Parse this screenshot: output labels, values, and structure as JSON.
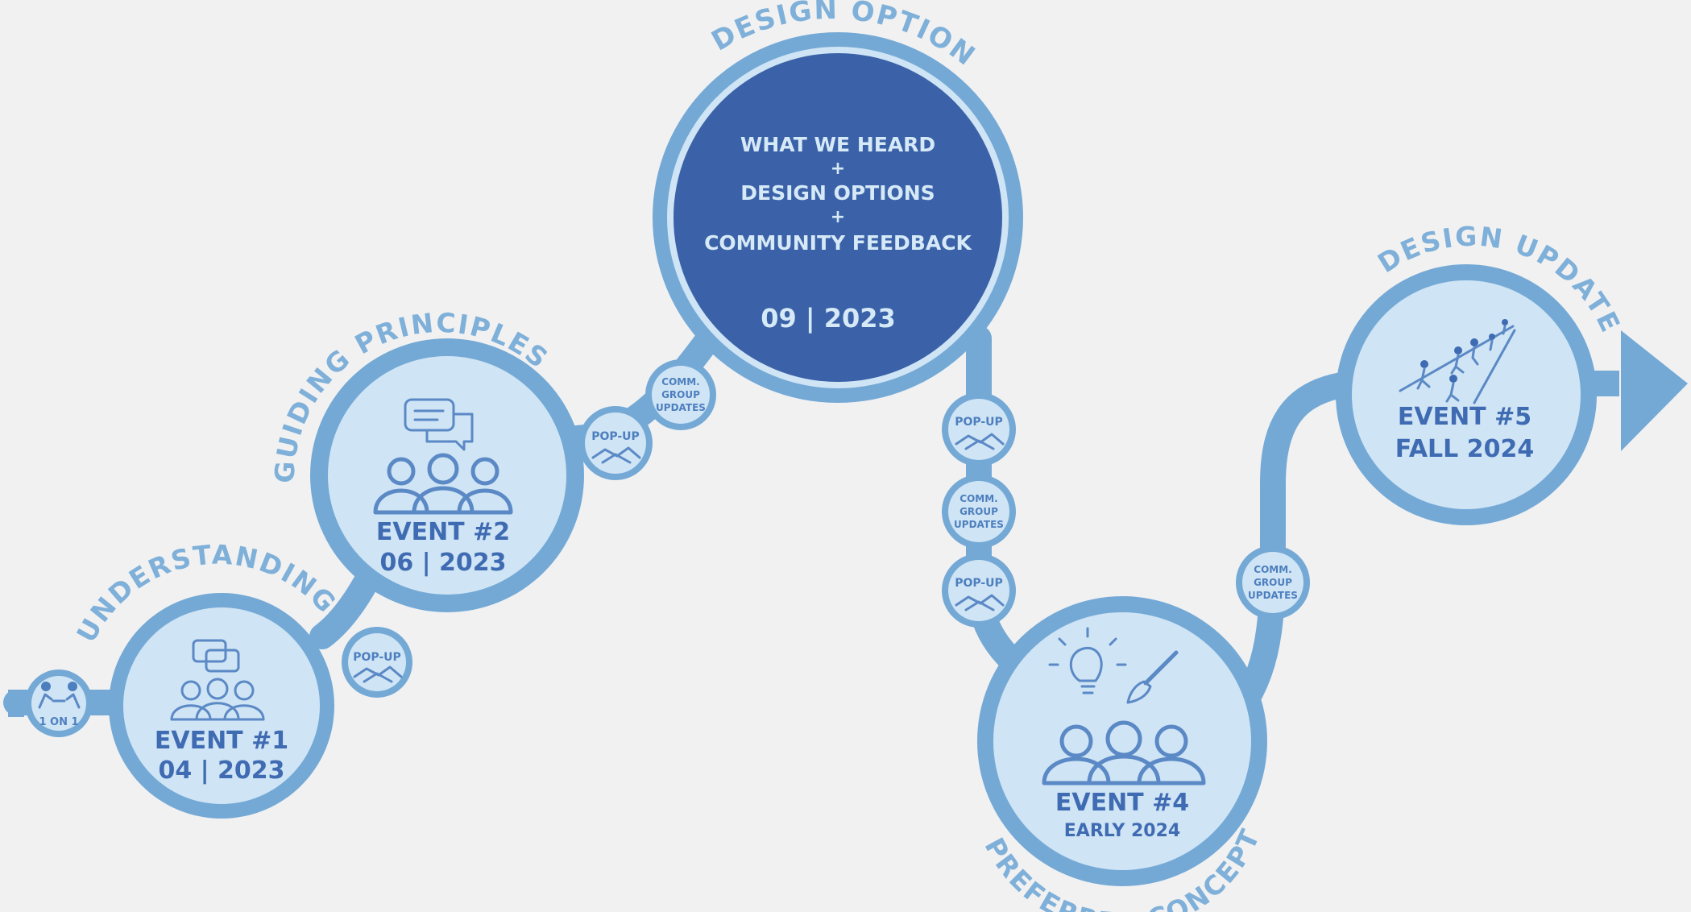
{
  "phases": {
    "understanding": "UNDERSTANDING",
    "guiding_principles": "GUIDING PRINCIPLES",
    "design_options": "DESIGN OPTIONS",
    "preferred_concept": "PREFERRED CONCEPT",
    "design_update": "DESIGN UPDATE"
  },
  "events": {
    "e1": {
      "title": "EVENT #1",
      "date": "04 | 2023"
    },
    "e2": {
      "title": "EVENT #2",
      "date": "06 | 2023"
    },
    "e3": {
      "lines": [
        "WHAT WE HEARD",
        "+",
        "DESIGN OPTIONS",
        "+",
        "COMMUNITY FEEDBACK"
      ],
      "date": "09 | 2023"
    },
    "e4": {
      "title": "EVENT #4",
      "date": "EARLY 2024"
    },
    "e5": {
      "title": "EVENT #5",
      "date": "FALL 2024"
    }
  },
  "badges": {
    "one_on_one": "1 ON 1",
    "popup": "POP-UP",
    "comm": [
      "COMM.",
      "GROUP",
      "UPDATES"
    ]
  },
  "colors": {
    "track": "#74a9d6",
    "circle_fill": "#cfe4f4",
    "center_fill": "#3b62a8",
    "text_dark": "#3f6bb3",
    "arc_text": "#7fb0d9",
    "background": "#f1f1f1"
  }
}
